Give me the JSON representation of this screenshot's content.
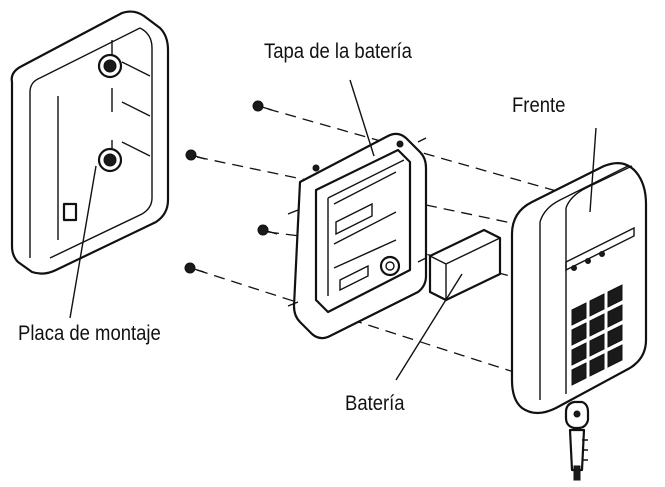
{
  "labels": {
    "mounting_plate": "Placa de montaje",
    "battery_cover": "Tapa de la batería",
    "front": "Frente",
    "battery": "Batería"
  }
}
